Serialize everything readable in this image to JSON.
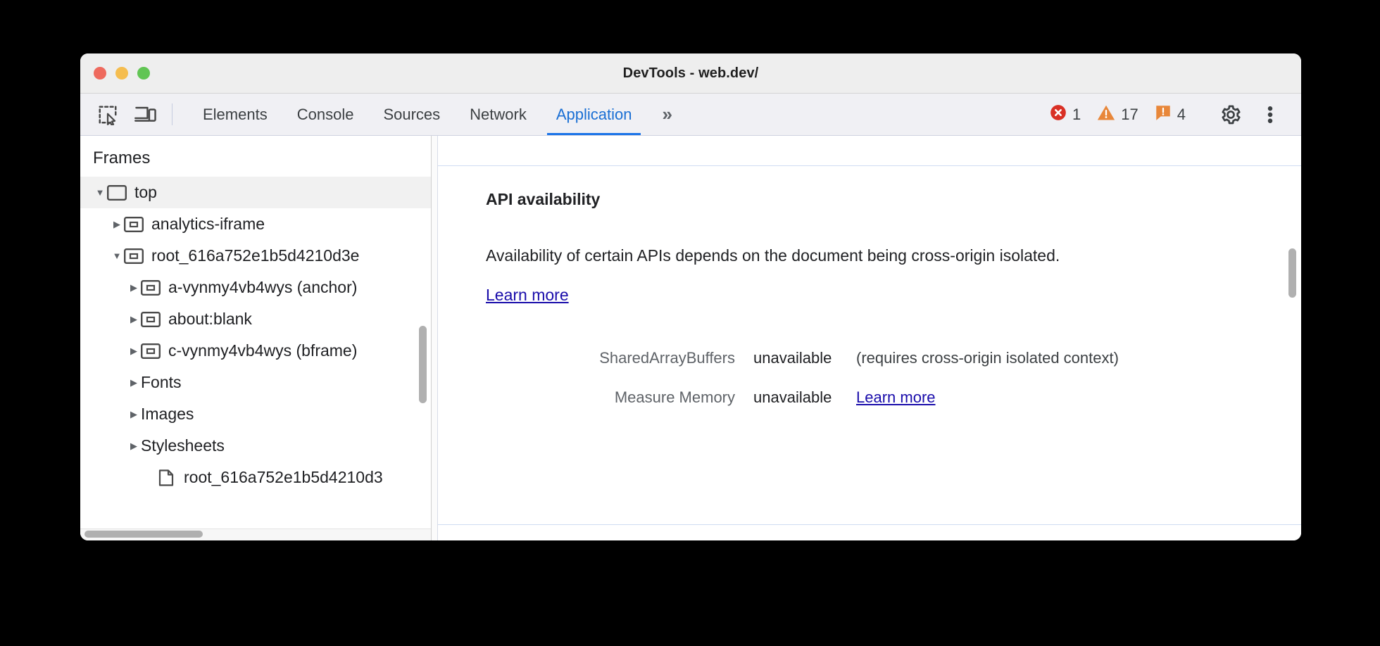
{
  "window": {
    "title": "DevTools - web.dev/",
    "traffic_lights": [
      "close",
      "minimize",
      "maximize"
    ]
  },
  "toolbar": {
    "inspect_icon": "inspect-element-icon",
    "device_icon": "device-toolbar-icon",
    "more_tabs_label": "»",
    "tabs": [
      {
        "label": "Elements",
        "active": false
      },
      {
        "label": "Console",
        "active": false
      },
      {
        "label": "Sources",
        "active": false
      },
      {
        "label": "Network",
        "active": false
      },
      {
        "label": "Application",
        "active": true
      }
    ],
    "badges": [
      {
        "icon": "error-icon",
        "count": "1",
        "color": "#d93025"
      },
      {
        "icon": "warning-icon",
        "count": "17",
        "color": "#e37400"
      },
      {
        "icon": "issue-icon",
        "count": "4",
        "color": "#e37400"
      }
    ],
    "settings_icon": "gear-icon",
    "menu_icon": "more-vertical-icon"
  },
  "sidebar": {
    "title": "Frames",
    "items": [
      {
        "label": "top",
        "icon": "frame-top-icon",
        "twisty": "open",
        "indent": 18,
        "selected": true
      },
      {
        "label": "analytics-iframe",
        "icon": "iframe-icon",
        "twisty": "closed",
        "indent": 42,
        "selected": false
      },
      {
        "label": "root_616a752e1b5d4210d3e",
        "icon": "iframe-icon",
        "twisty": "open",
        "indent": 42,
        "selected": false
      },
      {
        "label": "a-vynmy4vb4wys (anchor)",
        "icon": "iframe-icon",
        "twisty": "closed",
        "indent": 66,
        "selected": false
      },
      {
        "label": "about:blank",
        "icon": "iframe-icon",
        "twisty": "closed",
        "indent": 66,
        "selected": false
      },
      {
        "label": "c-vynmy4vb4wys (bframe)",
        "icon": "iframe-icon",
        "twisty": "closed",
        "indent": 66,
        "selected": false
      },
      {
        "label": "Fonts",
        "icon": "none",
        "twisty": "closed",
        "indent": 66,
        "selected": false
      },
      {
        "label": "Images",
        "icon": "none",
        "twisty": "closed",
        "indent": 66,
        "selected": false
      },
      {
        "label": "Stylesheets",
        "icon": "none",
        "twisty": "closed",
        "indent": 66,
        "selected": false
      },
      {
        "label": "root_616a752e1b5d4210d3",
        "icon": "document-icon",
        "twisty": "none",
        "indent": 90,
        "selected": false
      }
    ]
  },
  "content": {
    "heading": "API availability",
    "description_part1": "Availability of certain APIs depends on the document being cross-origin isolated. ",
    "description_link": "Learn more",
    "rows": [
      {
        "label": "SharedArrayBuffers",
        "value": "unavailable",
        "note": "(requires cross-origin isolated context)",
        "link": ""
      },
      {
        "label": "Measure Memory",
        "value": "unavailable",
        "note": "",
        "link": "Learn more"
      }
    ]
  },
  "colors": {
    "accent": "#1a73e8",
    "link": "#1a0dab",
    "error": "#d93025",
    "warning": "#e37400",
    "selected_row": "#f1f1f1"
  }
}
